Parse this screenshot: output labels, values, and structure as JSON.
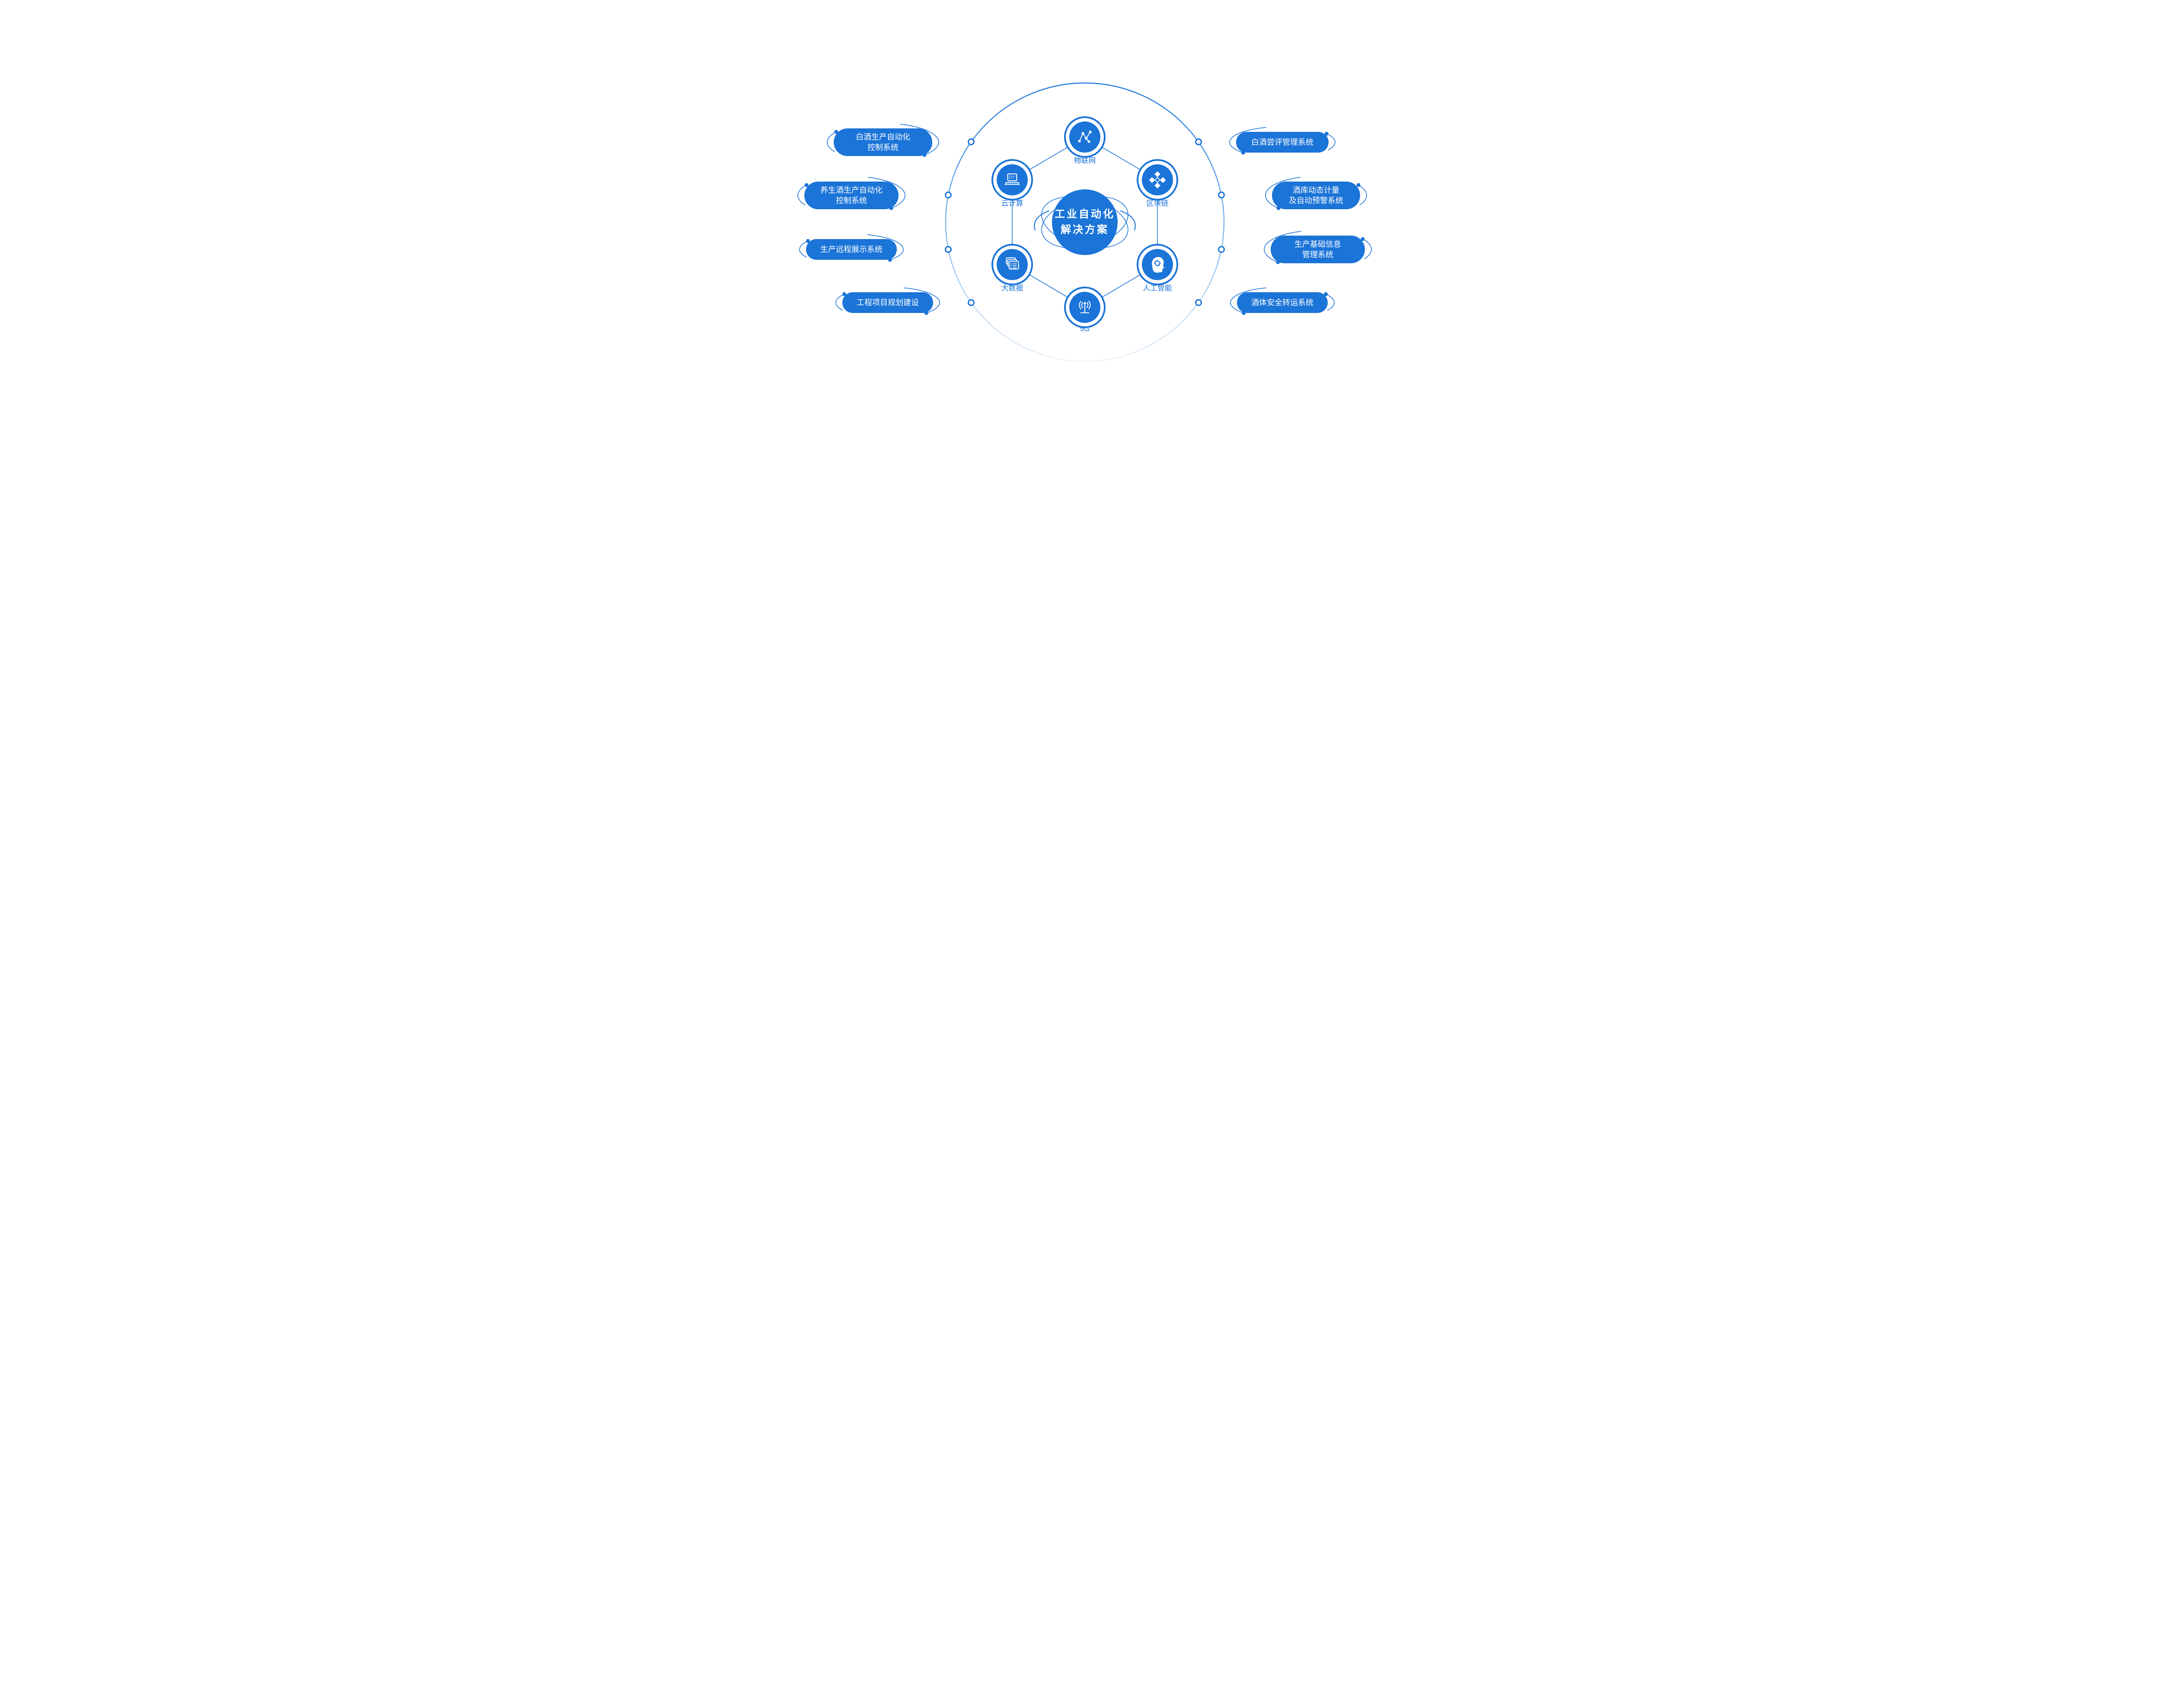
{
  "colors": {
    "primary": "#1b74d8",
    "circle_gradient_top": "#1e79dd",
    "circle_gradient_bottom": "#e9f3fc",
    "background": "#ffffff",
    "text_on_primary": "#ffffff"
  },
  "center": {
    "title_line1": "工业自动化",
    "title_line2": "解决方案"
  },
  "nodes": [
    {
      "id": "iot",
      "label": "物联网",
      "icon": "network-icon"
    },
    {
      "id": "blockchain",
      "label": "区块链",
      "icon": "blocks-icon"
    },
    {
      "id": "ai",
      "label": "人工智能",
      "icon": "head-chip-icon"
    },
    {
      "id": "5g",
      "label": "5G",
      "icon": "antenna-icon"
    },
    {
      "id": "bigdata",
      "label": "大数据",
      "icon": "stacked-docs-icon"
    },
    {
      "id": "cloud",
      "label": "云计算",
      "icon": "laptop-icon"
    }
  ],
  "pills_left": [
    {
      "lines": [
        "白酒生产自动化",
        "控制系统"
      ]
    },
    {
      "lines": [
        "养生酒生产自动化",
        "控制系统"
      ]
    },
    {
      "lines": [
        "生产远程展示系统"
      ]
    },
    {
      "lines": [
        "工程项目规划建设"
      ]
    }
  ],
  "pills_right": [
    {
      "lines": [
        "白酒尝评管理系统"
      ]
    },
    {
      "lines": [
        "酒库动态计量",
        "及自动预警系统"
      ]
    },
    {
      "lines": [
        "生产基础信息",
        "管理系统"
      ]
    },
    {
      "lines": [
        "酒体安全转运系统"
      ]
    }
  ]
}
